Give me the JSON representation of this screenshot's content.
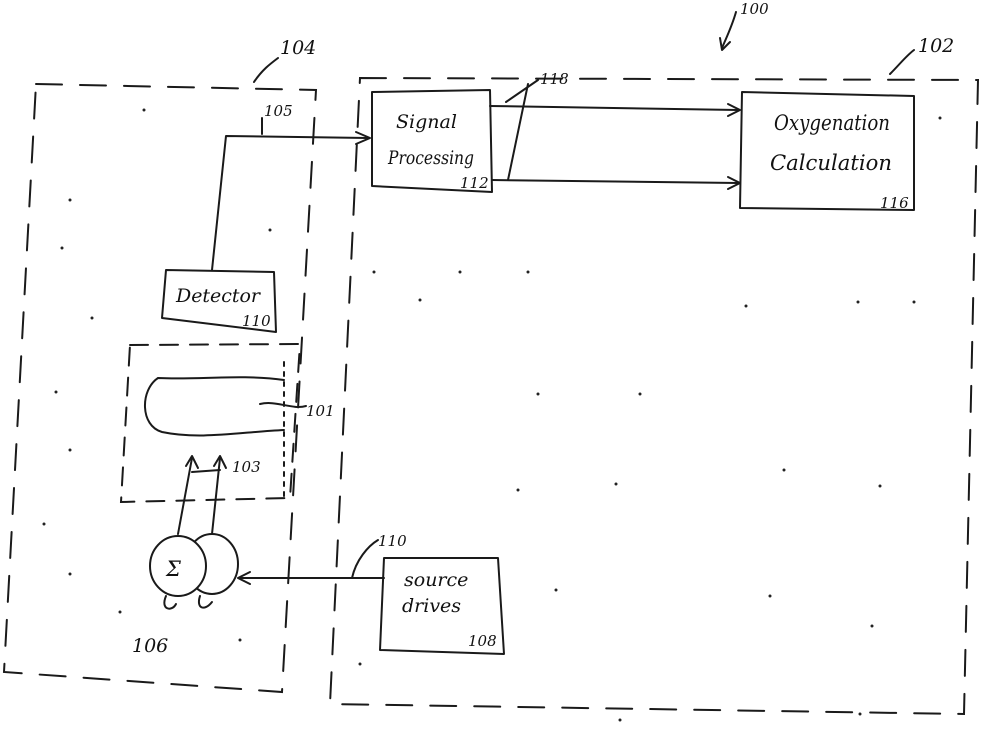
{
  "blocks": {
    "signal_processing": {
      "line1": "Signal",
      "line2": "Processing",
      "ref": "112"
    },
    "oxygenation": {
      "line1": "Oxygenation",
      "line2": "Calculation",
      "ref": "116"
    },
    "detector": {
      "label": "Detector",
      "ref": "110"
    },
    "source_drives": {
      "line1": "source",
      "line2": "drives",
      "ref": "108"
    },
    "emitters": {
      "symbol": "Σ",
      "ref": "106"
    }
  },
  "refs": {
    "system": "100",
    "processor_box": "102",
    "sensor_box": "104",
    "detector_line": "105",
    "tissue": "101",
    "light_paths": "103",
    "drive_line": "110",
    "signal_lines": "118"
  }
}
